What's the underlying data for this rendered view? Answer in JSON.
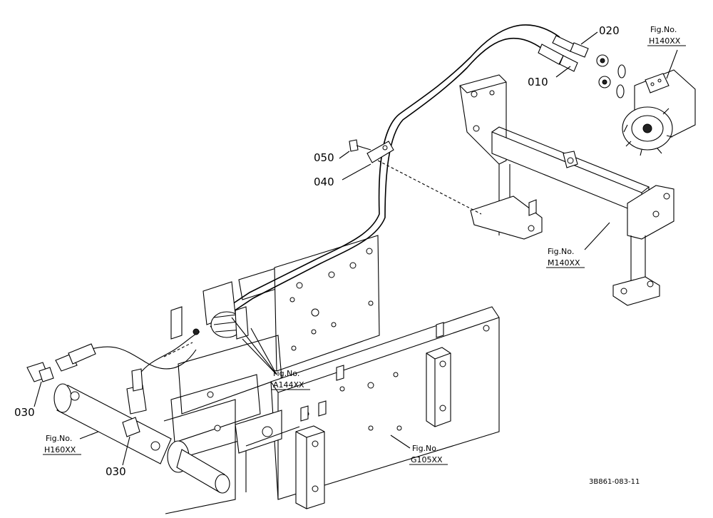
{
  "parts": [
    {
      "no": "010"
    },
    {
      "no": "020"
    },
    {
      "no": "030"
    },
    {
      "no": "030"
    },
    {
      "no": "040"
    },
    {
      "no": "050"
    }
  ],
  "figure_refs": [
    {
      "label": "Fig.No.",
      "code": "H140XX"
    },
    {
      "label": "Fig.No.",
      "code": "M140XX"
    },
    {
      "label": "Fig.No.",
      "code": "A144XX"
    },
    {
      "label": "Fig.No.",
      "code": "H160XX"
    },
    {
      "label": "Fig.No.",
      "code": "G105XX"
    }
  ],
  "drawing_code": "3B861-083-11"
}
